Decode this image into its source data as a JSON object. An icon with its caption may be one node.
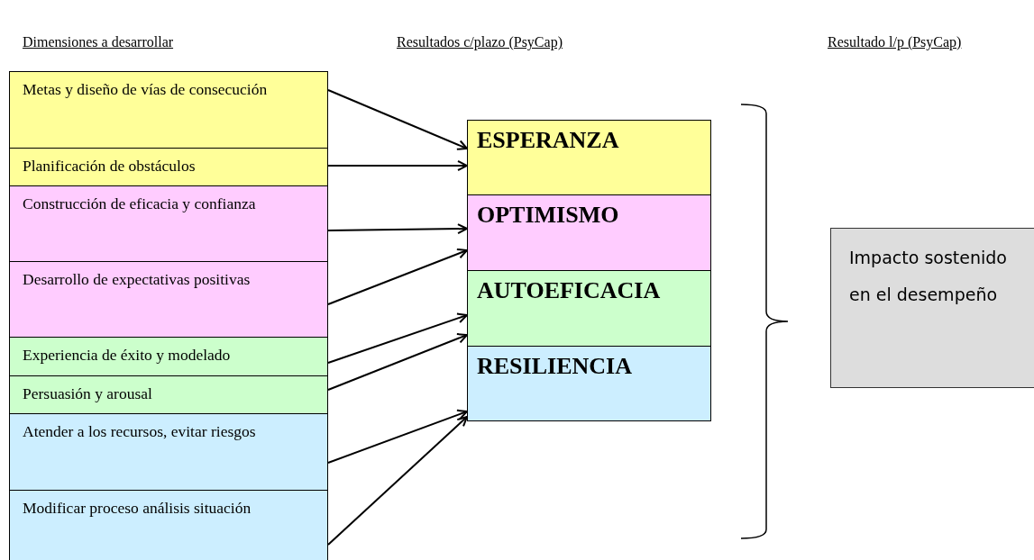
{
  "diagram": {
    "nodes": [
      {
        "text": [
          "Metas y diseño de vías de consecución"
        ]
      },
      {
        "text": [
          "Planificación de obstáculos"
        ]
      },
      {
        "text": [
          "Construcción de eficacia y confianza"
        ]
      },
      {
        "text": [
          "Desarrollo de expectativas positivas"
        ]
      },
      {
        "text": [
          "Experiencia de éxito y modelado"
        ]
      },
      {
        "text": [
          "Persuasión y arousal"
        ]
      },
      {
        "text": [
          "Atender a los recursos, evitar riesgos"
        ]
      },
      {
        "text": [
          "Modificar proceso análisis situación"
        ]
      },
      {
        "text": [
          "ESPERANZA"
        ]
      },
      {
        "text": [
          "OPTIMISMO"
        ]
      },
      {
        "text": [
          "AUTOEFICACIA"
        ]
      },
      {
        "text": [
          "RESILIENCIA"
        ]
      },
      {
        "text": [
          "Impacto sostenido en el desempeño"
        ]
      }
    ],
    "edges": [
      {
        "from": 0,
        "to": 8,
        "arrow": "to"
      },
      {
        "from": 1,
        "to": 8,
        "arrow": "to"
      },
      {
        "from": 2,
        "to": 9,
        "arrow": "to"
      },
      {
        "from": 3,
        "to": 9,
        "arrow": "to"
      },
      {
        "from": 4,
        "to": 10,
        "arrow": "to"
      },
      {
        "from": 5,
        "to": 10,
        "arrow": "to"
      },
      {
        "from": 6,
        "to": 11,
        "arrow": "to"
      },
      {
        "from": 7,
        "to": 11,
        "arrow": "to"
      }
    ],
    "labels": [
      "Dimensiones a desarrollar",
      "Resultados c/plazo (PsyCap)",
      "Resultado l/p (PsyCap)"
    ]
  }
}
